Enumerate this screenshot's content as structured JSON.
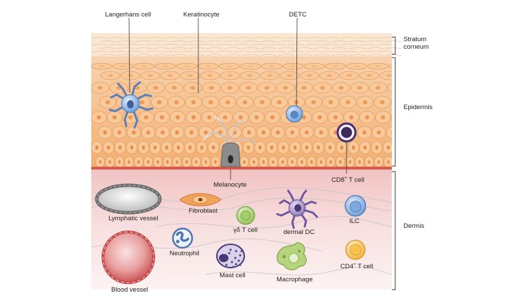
{
  "layers": {
    "stratum_corneum": "Stratum\ncorneum",
    "epidermis": "Epidermis",
    "dermis": "Dermis"
  },
  "cells": {
    "langerhans": "Langerhans cell",
    "keratinocyte": "Keratinocyte",
    "detc": "DETC",
    "melanocyte": "Melanocyte",
    "cd8_base": "CD8",
    "cd8_sup": "+",
    "cd8_tail": " T cell",
    "lymphatic": "Lymphatic vessel",
    "fibroblast": "Fibroblast",
    "gd_t": "γδ T cell",
    "dermal_dc": "dermal DC",
    "ilc": "ILC",
    "neutrophil": "Neutrophil",
    "mast": "Mast cell",
    "macrophage": "Macrophage",
    "cd4_base": "CD4",
    "cd4_sup": "+",
    "cd4_tail": " T cell",
    "blood": "Blood vessel"
  },
  "colors": {
    "corneum": "#f8e2cc",
    "epidermis": "#f5c08f",
    "basement": "#d9584a",
    "dermis_top": "#f3c9c9",
    "dermis_bottom": "#fbeeee"
  }
}
